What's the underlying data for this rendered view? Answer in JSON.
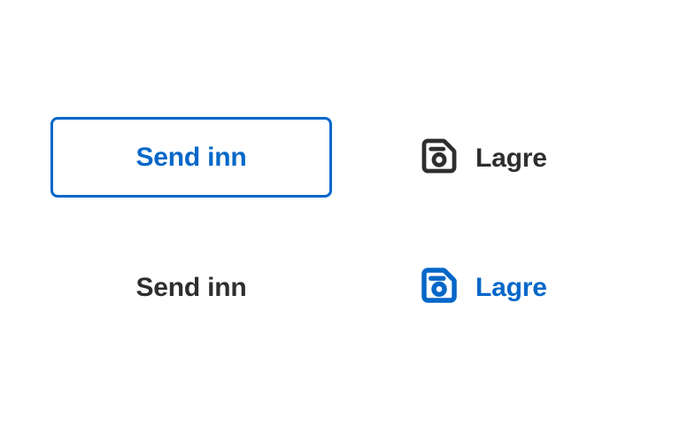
{
  "canvas": {
    "background": "#ffffff"
  },
  "colors": {
    "accent_blue": "#0467c8",
    "neutral_dark": "#2e2e30"
  },
  "row_top": {
    "submit_button": {
      "label": "Send inn"
    },
    "save_button": {
      "label": "Lagre",
      "icon": "floppydisk-icon"
    }
  },
  "row_bottom": {
    "submit_button": {
      "label": "Send inn"
    },
    "save_button": {
      "label": "Lagre",
      "icon": "floppydisk-icon"
    }
  }
}
